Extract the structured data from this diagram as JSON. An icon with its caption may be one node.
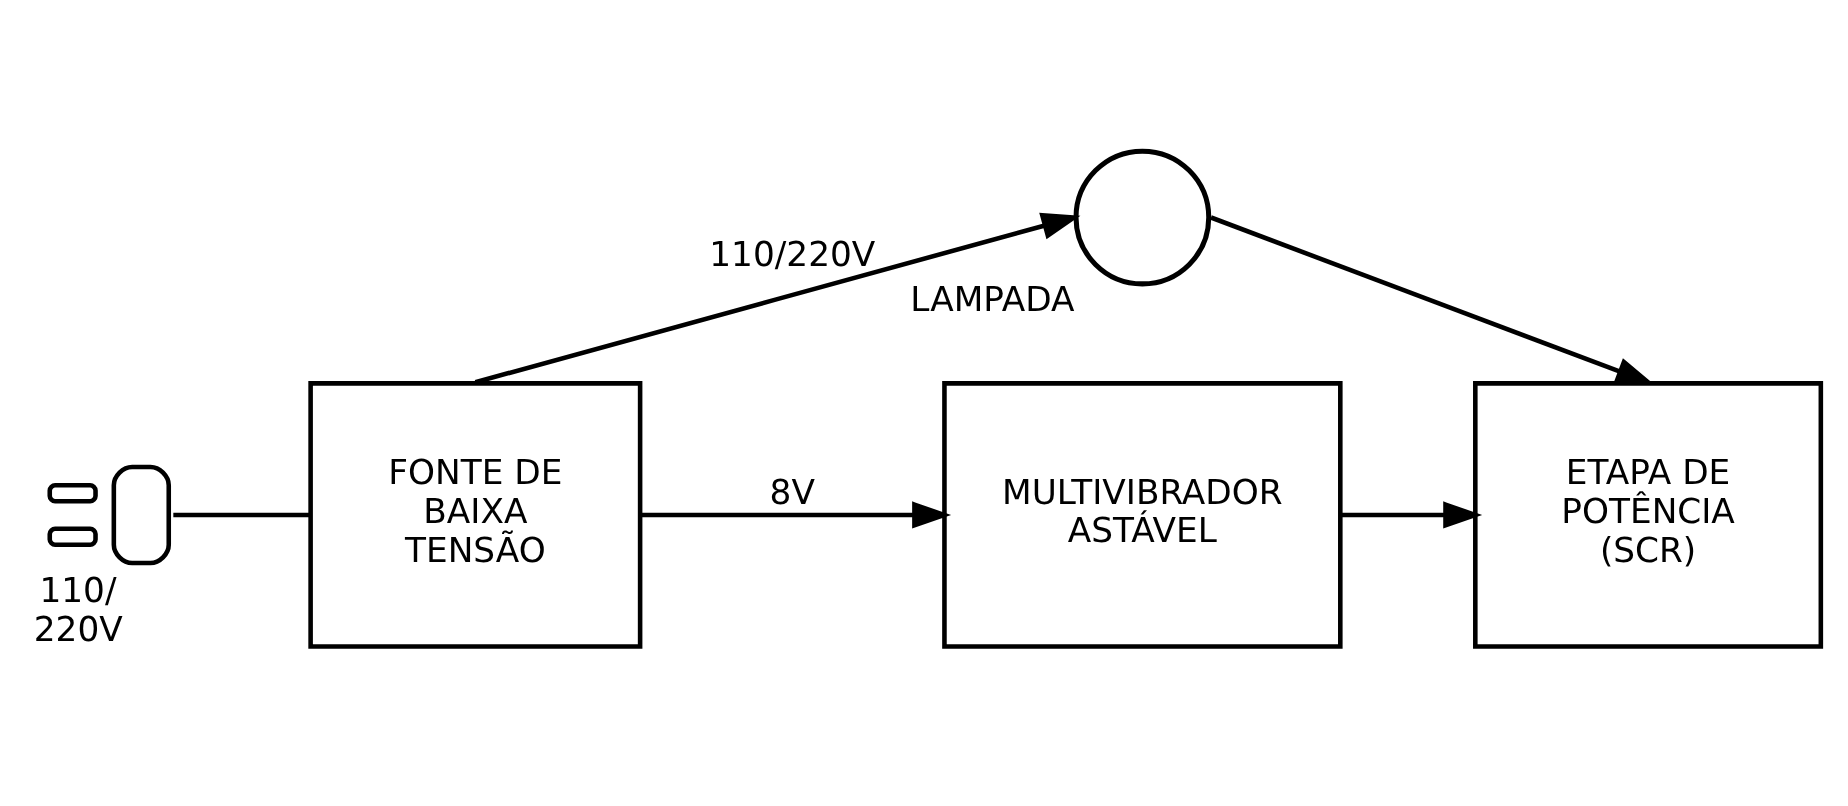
{
  "diagram": {
    "nodes": [
      {
        "text": [],
        "shape": "picture",
        "beside": [
          "110/ 220V"
        ]
      },
      {
        "text": [
          "FONTE DE BAIXA TENSÃO"
        ]
      },
      {
        "text": [
          "MULTIVIBRADOR ASTÁVEL"
        ]
      },
      {
        "text": [
          "ETAPA DE POTÊNCIA (SCR)"
        ]
      },
      {
        "text": [],
        "shape": "circle",
        "beside": [
          "LAMPADA"
        ]
      }
    ],
    "edges": [
      {
        "from": 0,
        "to": 1,
        "arrow": "none"
      },
      {
        "from": 1,
        "to": 4,
        "arrow": "to",
        "label": "110/220V"
      },
      {
        "from": 1,
        "to": 2,
        "arrow": "to",
        "label": "8V"
      },
      {
        "from": 2,
        "to": 3,
        "arrow": "to"
      },
      {
        "from": 4,
        "to": 3,
        "arrow": "to"
      }
    ]
  }
}
